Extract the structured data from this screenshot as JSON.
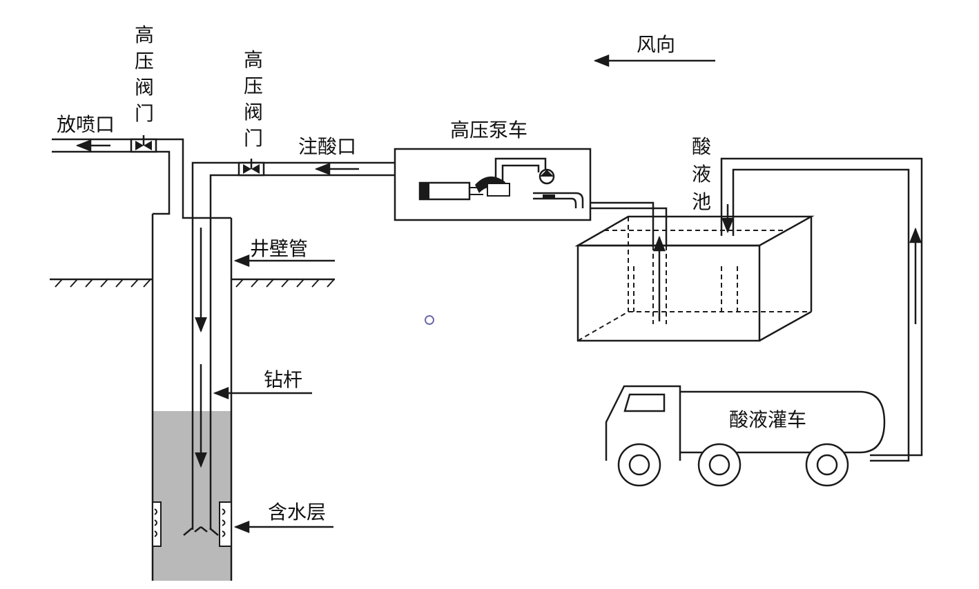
{
  "labels": {
    "high_pressure_valve_left": [
      "高",
      "压",
      "阀",
      "门"
    ],
    "high_pressure_valve_right": [
      "高",
      "压",
      "阀",
      "门"
    ],
    "vent_outlet": "放喷口",
    "acid_inlet": "注酸口",
    "pump_truck": "高压泵车",
    "wind_direction": "风向",
    "acid_pool": [
      "酸",
      "液",
      "池"
    ],
    "well_casing": "井壁管",
    "drill_pipe": "钻杆",
    "aquifer": "含水层",
    "acid_tank_truck": "酸液灌车"
  },
  "colors": {
    "line": "#1a1a1a",
    "water": "#b9b9b9",
    "background": "#ffffff"
  }
}
